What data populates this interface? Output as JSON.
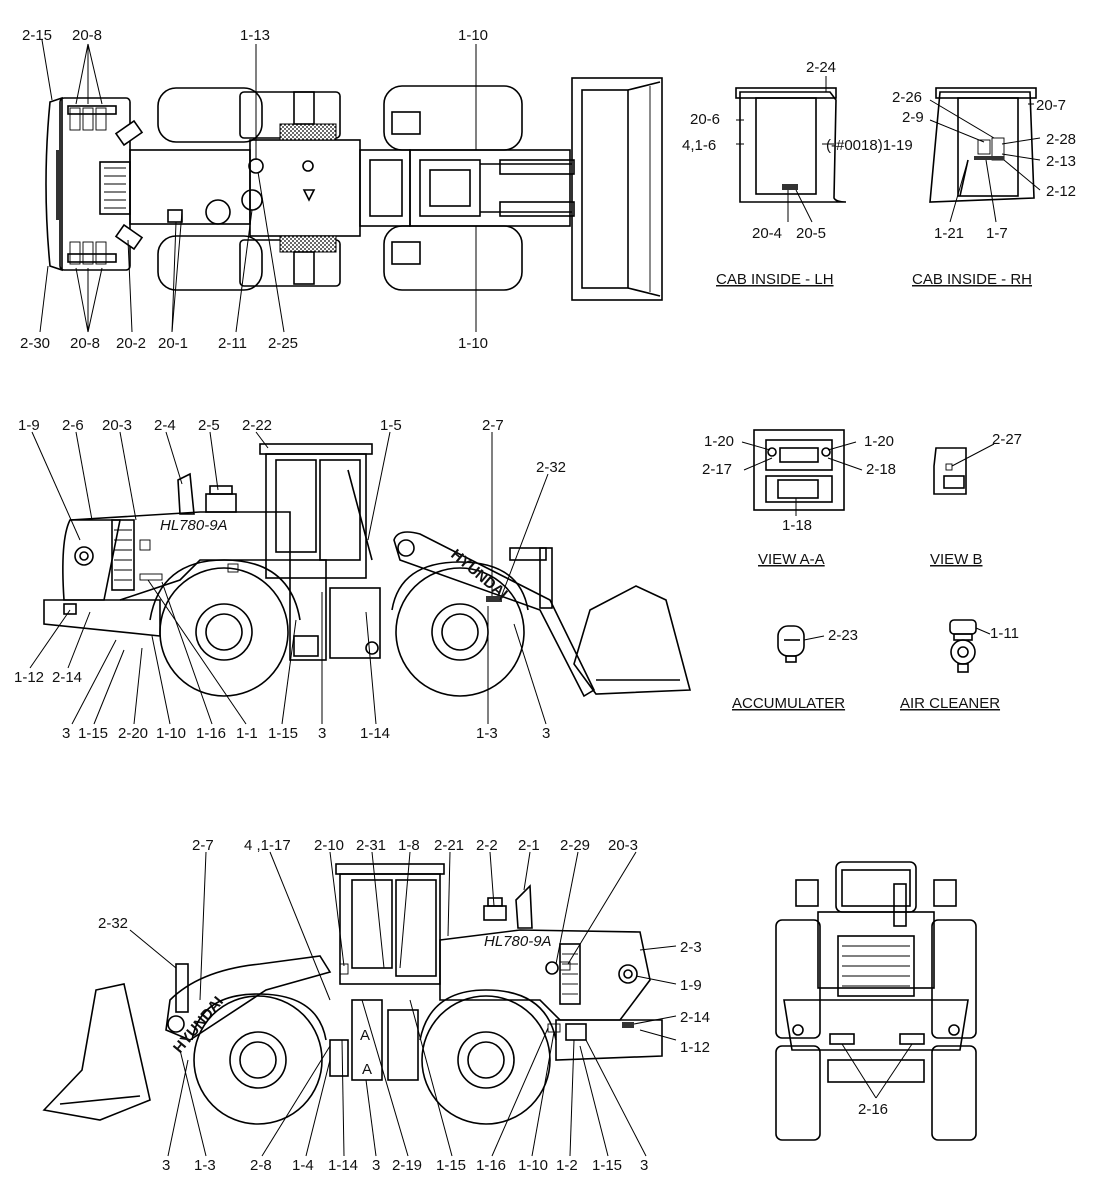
{
  "views": {
    "cab_lh": {
      "title": "CAB INSIDE - LH"
    },
    "cab_rh": {
      "title": "CAB INSIDE - RH"
    },
    "view_aa": {
      "title": "VIEW A-A"
    },
    "view_b": {
      "title": "VIEW B"
    },
    "accumulater": {
      "title": "ACCUMULATER"
    },
    "air_cleaner": {
      "title": "AIR CLEANER"
    }
  },
  "labels": {
    "top": [
      "2-15",
      "20-8",
      "1-13",
      "1-10",
      "2-30",
      "20-8",
      "20-2",
      "20-1",
      "2-11",
      "2-25",
      "1-10"
    ],
    "cab_lh": [
      "2-24",
      "20-6",
      "4,1-6",
      "(-#0018)1-19",
      "20-4",
      "20-5"
    ],
    "cab_rh": [
      "2-26",
      "2-9",
      "20-7",
      "2-28",
      "2-13",
      "2-12",
      "1-21",
      "1-7"
    ],
    "side_left": [
      "1-9",
      "2-6",
      "20-3",
      "2-4",
      "2-5",
      "2-22",
      "1-5",
      "2-7",
      "2-32",
      "1-12",
      "2-14",
      "3",
      "1-15",
      "2-20",
      "1-10",
      "1-16",
      "1-1",
      "1-15",
      "3",
      "1-14",
      "1-3",
      "3"
    ],
    "view_aa": [
      "1-20",
      "1-20",
      "2-17",
      "2-18",
      "1-18"
    ],
    "view_b": [
      "2-27"
    ],
    "accumulater": [
      "2-23"
    ],
    "air_cleaner": [
      "1-11"
    ],
    "side_right": [
      "2-7",
      "4 ,1-17",
      "2-10",
      "2-31",
      "1-8",
      "2-21",
      "2-2",
      "2-1",
      "2-29",
      "20-3",
      "2-32",
      "2-3",
      "1-9",
      "2-14",
      "1-12",
      "3",
      "1-3",
      "2-8",
      "1-4",
      "1-14",
      "3",
      "2-19",
      "1-15",
      "1-16",
      "1-10",
      "1-2",
      "1-15",
      "3"
    ],
    "rear": [
      "2-16"
    ]
  },
  "stickers": {
    "model_text": "HL780-9A",
    "brand_text": "HYUNDAI",
    "marker_a": "A"
  }
}
